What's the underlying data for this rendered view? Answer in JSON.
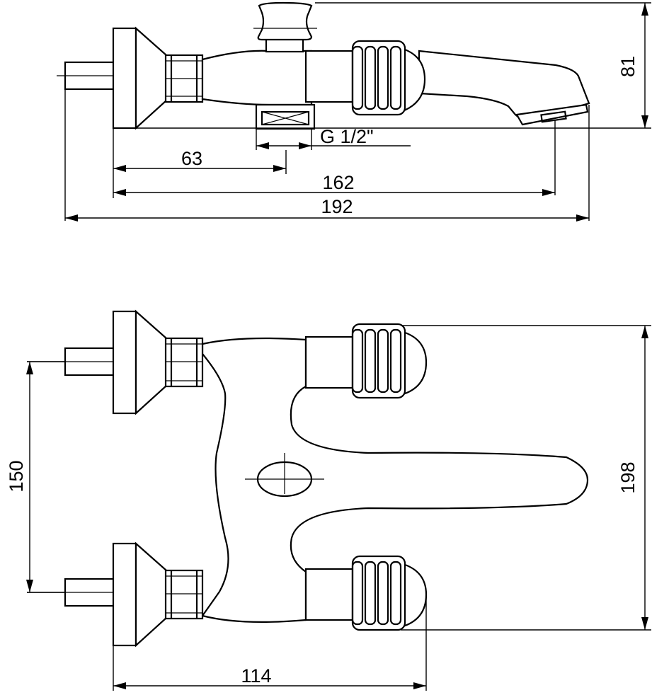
{
  "dimensions": {
    "side_view": {
      "height_label": "81",
      "thread_label": "G 1/2\"",
      "inlet_to_valve_label": "63",
      "inlet_to_spout_label": "162",
      "total_length_label": "192"
    },
    "top_view": {
      "inlet_spacing_label": "150",
      "depth_label": "198",
      "center_to_handle_label": "114"
    }
  }
}
